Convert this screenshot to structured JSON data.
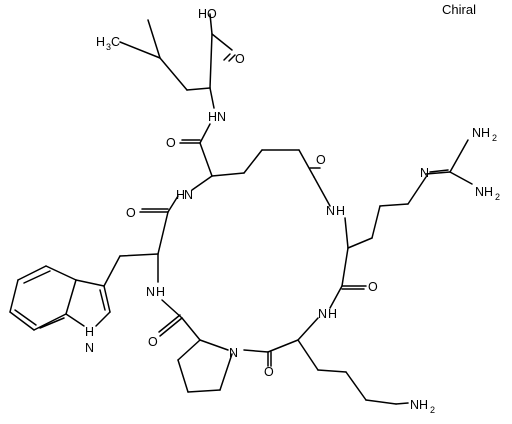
{
  "annotation": {
    "chiral": "Chiral"
  },
  "labels": {
    "ho": "HO",
    "o_acid": "O",
    "ch3_c": "H",
    "ch3_sub": "3",
    "ch3_tail": "C",
    "nh_amide1": "H",
    "nh_amide1_n": "N",
    "o_side": "O",
    "nh2_top": "NH",
    "nh2_top_sub": "2",
    "n_guan": "N",
    "nh2_right": "NH",
    "nh2_right_sub": "2",
    "o_ring_top": "O",
    "n_ring_right": "N",
    "h_ring_right": "H",
    "n_ring_upper": "N",
    "h_ring_upper": "H",
    "o_ring_left": "O",
    "o_ring_right": "O",
    "n_ring_left": "N",
    "h_ring_left": "H",
    "n_ring_lower_r": "N",
    "h_ring_lower_r": "H",
    "o_pro": "O",
    "n_pro": "N",
    "o_pro2": "O",
    "h_indole": "H",
    "n_indole": "N",
    "nh2_bottom": "NH",
    "nh2_bottom_sub": "2"
  }
}
